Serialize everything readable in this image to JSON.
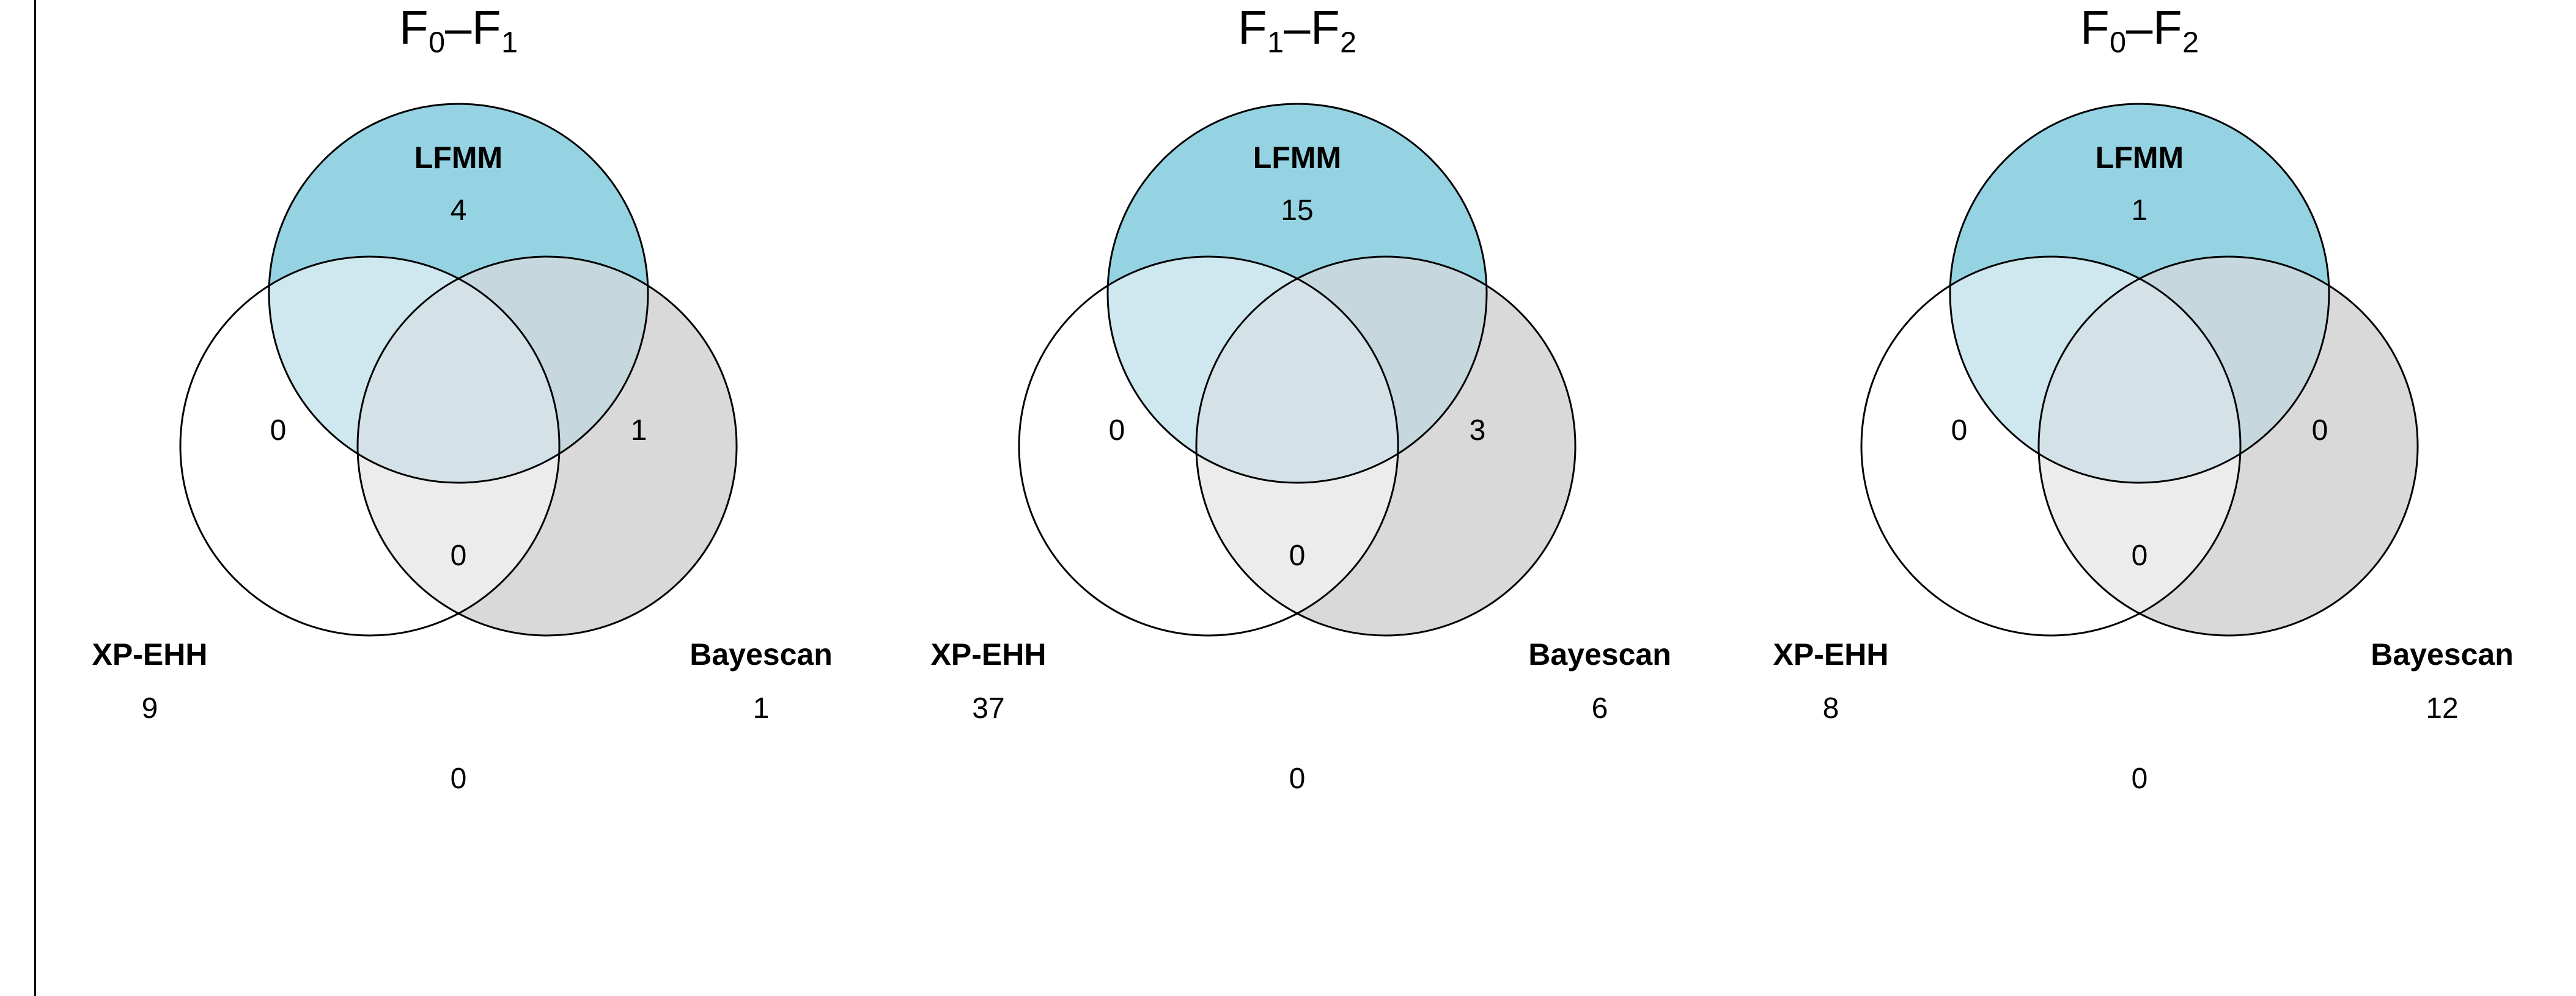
{
  "figure": {
    "background_color": "#ffffff",
    "border_line_color": "#000000",
    "diagram_type": "3-set Venn diagrams"
  },
  "palette": {
    "lfmm_only": "#95d3e2",
    "lfmm_xpehh": "#cfe8ef",
    "lfmm_bayescan": "#c6d8de",
    "triple_center": "#d4e2e8",
    "xpehh_bayescan": "#ececec",
    "bayescan_only": "#d9d9d9",
    "xpehh_only": "#ffffff",
    "outline": "#000000",
    "text": "#000000"
  },
  "chart_data": {
    "type": "venn",
    "sets": [
      "LFMM",
      "XP-EHH",
      "Bayescan"
    ],
    "panels": [
      {
        "title": "F0-F1",
        "title_parts": {
          "left_letter": "F",
          "left_sub": "0",
          "dash": "–",
          "right_letter": "F",
          "right_sub": "1"
        },
        "regions": {
          "lfmm_only": "4",
          "xpehh_only": "9",
          "bayescan_only": "1",
          "lfmm_xpehh": "0",
          "lfmm_bayescan": "1",
          "xpehh_bayescan": "0",
          "all_three": "0"
        }
      },
      {
        "title": "F1-F2",
        "title_parts": {
          "left_letter": "F",
          "left_sub": "1",
          "dash": "–",
          "right_letter": "F",
          "right_sub": "2"
        },
        "regions": {
          "lfmm_only": "15",
          "xpehh_only": "37",
          "bayescan_only": "6",
          "lfmm_xpehh": "0",
          "lfmm_bayescan": "3",
          "xpehh_bayescan": "0",
          "all_three": "0"
        }
      },
      {
        "title": "F0-F2",
        "title_parts": {
          "left_letter": "F",
          "left_sub": "0",
          "dash": "–",
          "right_letter": "F",
          "right_sub": "2"
        },
        "regions": {
          "lfmm_only": "1",
          "xpehh_only": "8",
          "bayescan_only": "12",
          "lfmm_xpehh": "0",
          "lfmm_bayescan": "0",
          "xpehh_bayescan": "0",
          "all_three": "0"
        }
      }
    ],
    "labels": {
      "lfmm": "LFMM",
      "xpehh": "XP-EHH",
      "bayescan": "Bayescan"
    }
  }
}
